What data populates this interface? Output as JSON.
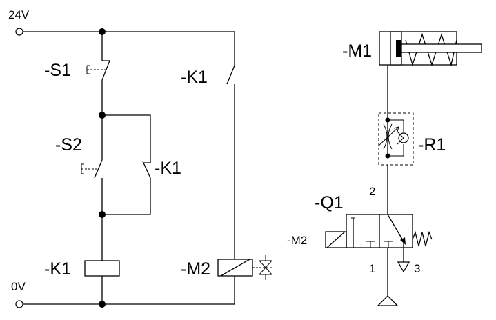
{
  "electrical": {
    "supply_positive": "24V",
    "supply_negative": "0V",
    "stop_button": "-S1",
    "start_button": "-S2",
    "relay_contact_main": "-K1",
    "relay_contact_hold": "-K1",
    "relay_coil": "-K1",
    "solenoid_coil": "-M2"
  },
  "pneumatic": {
    "cylinder": "-M1",
    "flow_control": "-R1",
    "valve": "-Q1",
    "valve_solenoid": "-M2",
    "port_2": "2",
    "port_1": "1",
    "port_3": "3"
  }
}
